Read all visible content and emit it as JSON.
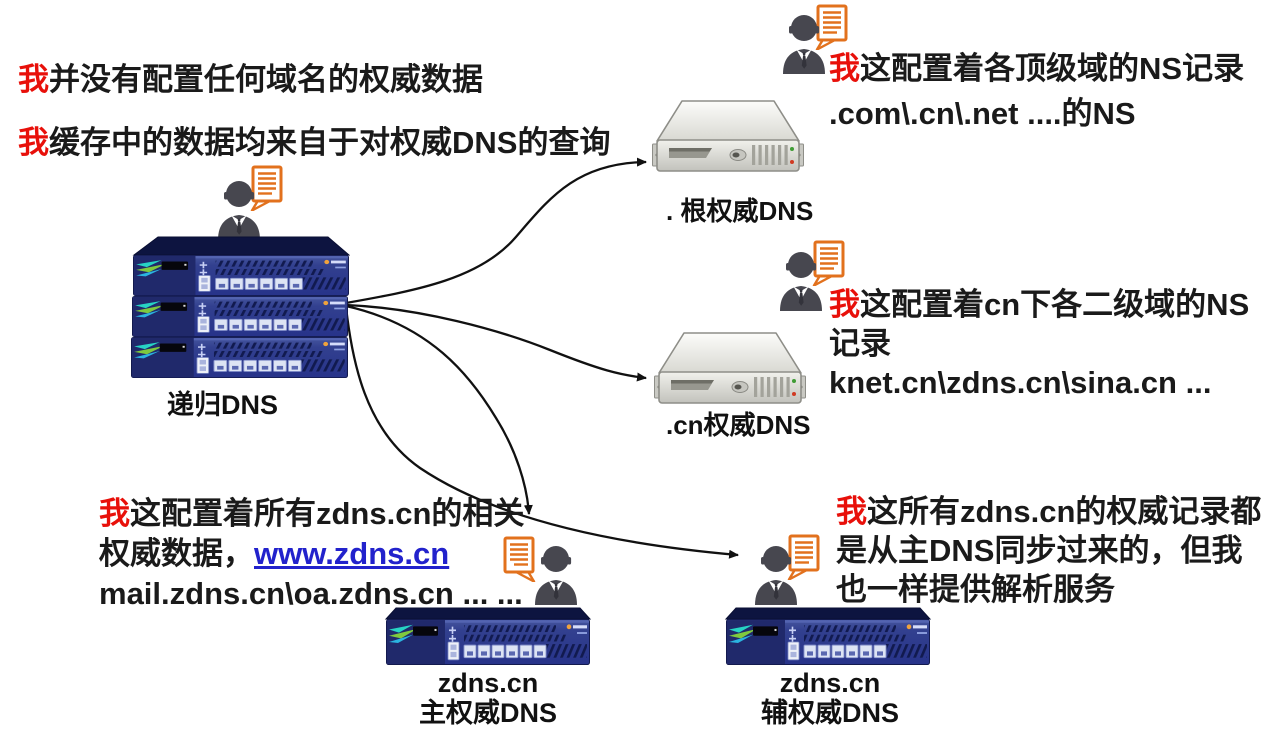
{
  "colors": {
    "accent_red": "#e8100a",
    "text_black": "#1a1a1a",
    "link_blue": "#2222cc",
    "bubble_orange": "#e2711d",
    "person_gray": "#47474f",
    "server_navy": "#2c3a8f",
    "server_gray": "#e9e9e4",
    "arrow_black": "#111111"
  },
  "icons": {
    "person": "person-icon",
    "speech_doc": "document-speech-bubble-icon",
    "arrow": "curved-arrow"
  },
  "notes": {
    "recursive": {
      "lead1": "我",
      "line1": "并没有配置任何域名的权威数据",
      "lead2": "我",
      "line2": "缓存中的数据均来自于对权威DNS的查询"
    },
    "root": {
      "lead": "我",
      "line1": "这配置着各顶级域的NS记录",
      "line2": ".com\\.cn\\.net ....的NS"
    },
    "cn": {
      "lead": "我",
      "line1": "这配置着cn下各二级域的NS",
      "line2": "记录",
      "line3": "knet.cn\\zdns.cn\\sina.cn ..."
    },
    "primary": {
      "lead": "我",
      "line1": "这配置着所有zdns.cn的相关",
      "line2_prefix": "权威数据，",
      "line2_link": "www.zdns.cn",
      "line3": "mail.zdns.cn\\oa.zdns.cn ... ..."
    },
    "secondary": {
      "lead": "我",
      "line1": "这所有zdns.cn的权威记录都",
      "line2": "是从主DNS同步过来的，但我",
      "line3": "也一样提供解析服务"
    }
  },
  "labels": {
    "recursive": "递归DNS",
    "root": ". 根权威DNS",
    "cn": ".cn权威DNS",
    "primary_domain": "zdns.cn",
    "primary_role": "主权威DNS",
    "secondary_domain": "zdns.cn",
    "secondary_role": "辅权威DNS"
  }
}
